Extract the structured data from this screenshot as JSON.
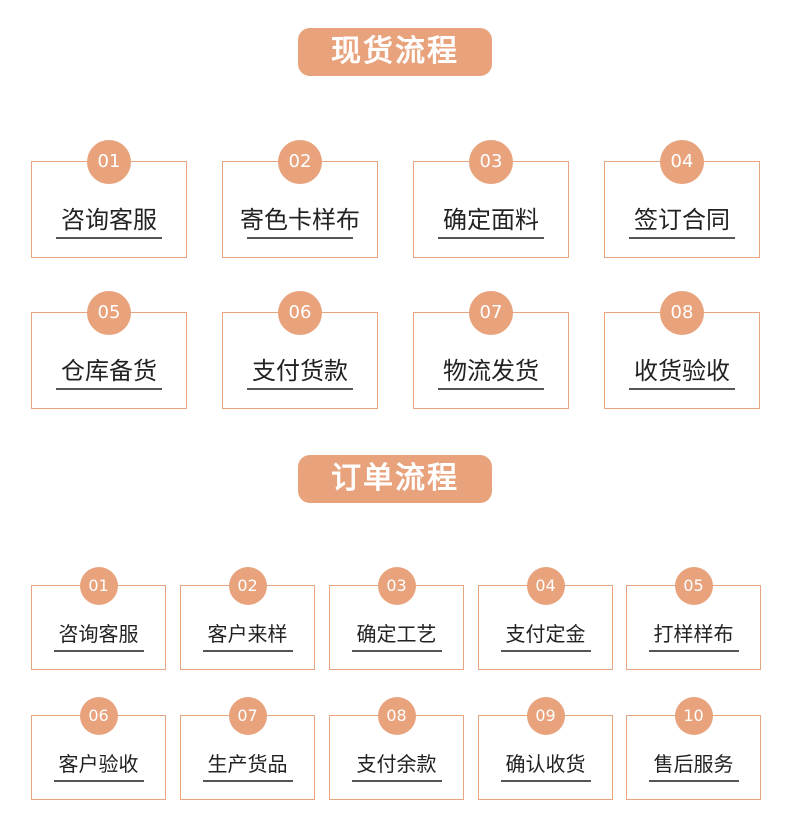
{
  "sections": [
    {
      "title": "现货流程",
      "steps": [
        {
          "num": "01",
          "label": "咨询客服"
        },
        {
          "num": "02",
          "label": "寄色卡样布"
        },
        {
          "num": "03",
          "label": "确定面料"
        },
        {
          "num": "04",
          "label": "签订合同"
        },
        {
          "num": "05",
          "label": "仓库备货"
        },
        {
          "num": "06",
          "label": "支付货款"
        },
        {
          "num": "07",
          "label": "物流发货"
        },
        {
          "num": "08",
          "label": "收货验收"
        }
      ]
    },
    {
      "title": "订单流程",
      "steps": [
        {
          "num": "01",
          "label": "咨询客服"
        },
        {
          "num": "02",
          "label": "客户来样"
        },
        {
          "num": "03",
          "label": "确定工艺"
        },
        {
          "num": "04",
          "label": "支付定金"
        },
        {
          "num": "05",
          "label": "打样样布"
        },
        {
          "num": "06",
          "label": "客户验收"
        },
        {
          "num": "07",
          "label": "生产货品"
        },
        {
          "num": "08",
          "label": "支付余款"
        },
        {
          "num": "09",
          "label": "确认收货"
        },
        {
          "num": "10",
          "label": "售后服务"
        }
      ]
    }
  ],
  "colors": {
    "accent": "#e8a27c",
    "border": "#e6a57f",
    "text": "#222222"
  }
}
